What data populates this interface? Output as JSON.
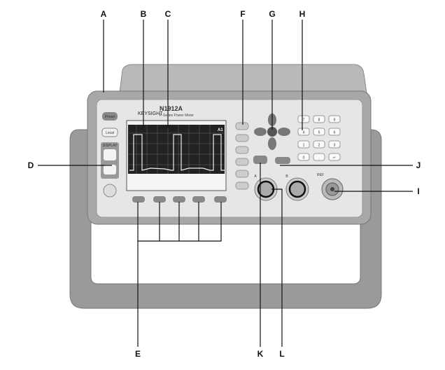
{
  "diagram": {
    "brand": "KEYSIGHT",
    "model": "N1912A",
    "model_subtitle": "P-Series Power Meter",
    "buttons": {
      "preset": "Preset",
      "local": "Local",
      "display": "DISPLAY"
    },
    "screen": {
      "channel": "A1"
    },
    "keypad": [
      "7",
      "8",
      "9",
      "4",
      "5",
      "6",
      "1",
      "2",
      "3",
      "0",
      ".",
      "↵"
    ],
    "connectors": {
      "a": "A",
      "b": "B",
      "ref": "REF"
    },
    "callouts": [
      "A",
      "B",
      "C",
      "D",
      "E",
      "F",
      "G",
      "H",
      "I",
      "J",
      "K",
      "L"
    ]
  }
}
